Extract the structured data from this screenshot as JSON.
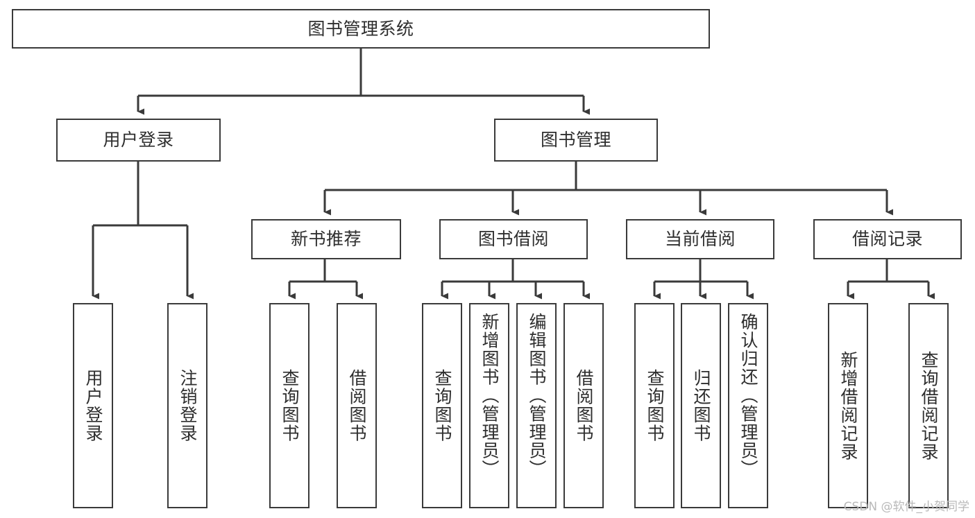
{
  "diagram": {
    "title": "图书管理系统",
    "watermark": "CSDN @软件_小贺同学",
    "line_color": "#3a3a3a",
    "text_color": "#2e2e2e",
    "background": "#ffffff",
    "nodes": {
      "root": "图书管理系统",
      "level2": {
        "user_login": "用户登录",
        "book_manage": "图书管理"
      },
      "level3": {
        "new_book_rec": "新书推荐",
        "book_borrow": "图书借阅",
        "current_borrow": "当前借阅",
        "borrow_record": "借阅记录"
      },
      "leaves": {
        "user_login_1": "用户登录",
        "user_login_2": "注销登录",
        "new_book_rec_1": "查询图书",
        "new_book_rec_2": "借阅图书",
        "book_borrow_1": "查询图书",
        "book_borrow_2": "新增图书（管理员）",
        "book_borrow_3": "编辑图书（管理员）",
        "book_borrow_4": "借阅图书",
        "current_borrow_1": "查询图书",
        "current_borrow_2": "归还图书",
        "current_borrow_3": "确认归还（管理员）",
        "borrow_record_1": "新增借阅记录",
        "borrow_record_2": "查询借阅记录"
      }
    }
  }
}
